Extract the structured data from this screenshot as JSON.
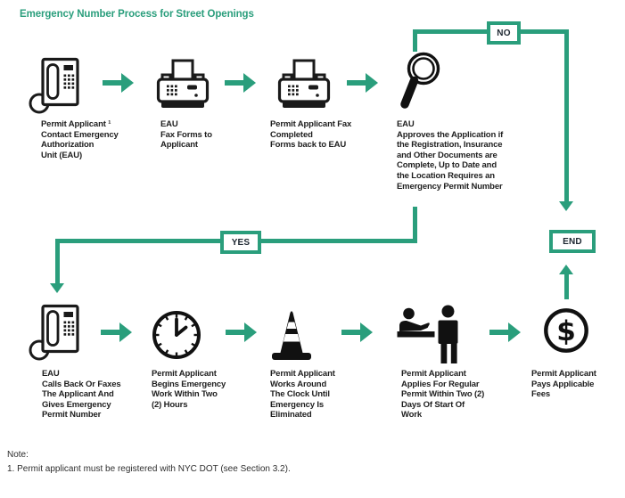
{
  "title": "Emergency Number Process for Street Openings",
  "colors": {
    "accent": "#2A9E7C",
    "ink": "#1a1a1a"
  },
  "top_row": [
    {
      "icon": "desk-phone-icon",
      "label": "Permit Applicant ¹\nContact Emergency\nAuthorization\nUnit (EAU)"
    },
    {
      "icon": "fax-machine-icon",
      "label": "EAU\nFax Forms to\nApplicant"
    },
    {
      "icon": "fax-machine-icon",
      "label": "Permit Applicant Fax\nCompleted\nForms back to EAU"
    },
    {
      "icon": "magnifier-icon",
      "label": "EAU\nApproves the Application if\nthe Registration, Insurance\nand Other Documents are\nComplete, Up to Date and\nthe Location Requires an\nEmergency Permit Number"
    }
  ],
  "bottom_row": [
    {
      "icon": "desk-phone-icon",
      "label": "EAU\nCalls Back Or Faxes\nThe Applicant And\nGives Emergency\nPermit Number"
    },
    {
      "icon": "clock-icon",
      "label": "Permit Applicant\nBegins Emergency\nWork Within Two\n(2) Hours"
    },
    {
      "icon": "traffic-cone-icon",
      "label": "Permit Applicant\nWorks Around\nThe Clock Until\nEmergency Is\nEliminated"
    },
    {
      "icon": "counter-people-icon",
      "label": "Permit Applicant\nApplies For Regular\nPermit Within Two (2)\nDays Of Start Of\nWork"
    },
    {
      "icon": "dollar-icon",
      "label": "Permit Applicant\nPays Applicable\nFees"
    }
  ],
  "connectors": {
    "no_label": "NO",
    "yes_label": "YES",
    "end_label": "END"
  },
  "note": {
    "heading": "Note:",
    "line": "1. Permit applicant must be registered with NYC DOT (see Section 3.2)."
  }
}
